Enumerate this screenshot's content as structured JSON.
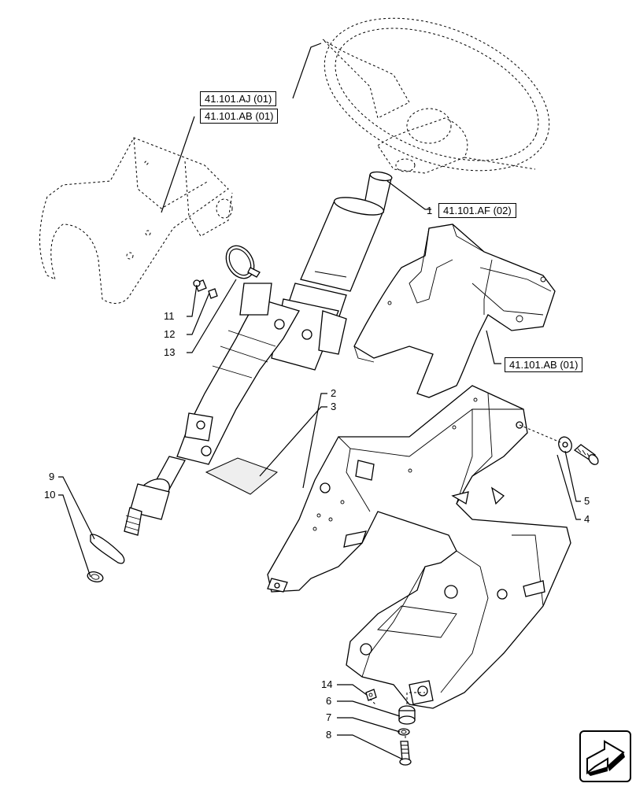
{
  "references": {
    "steering_wheel": "41.101.AJ (01)",
    "upper_cover": "41.101.AB (01)",
    "column_ref": "41.101.AF (02)",
    "lower_cover": "41.101.AB (01)"
  },
  "callouts": {
    "c1": "1",
    "c2": "2",
    "c3": "3",
    "c4": "4",
    "c5": "5",
    "c6": "6",
    "c7": "7",
    "c8": "8",
    "c9": "9",
    "c10": "10",
    "c11": "11",
    "c12": "12",
    "c13": "13",
    "c14": "14"
  },
  "icons": {
    "nav": "next-page-arrow-icon"
  }
}
